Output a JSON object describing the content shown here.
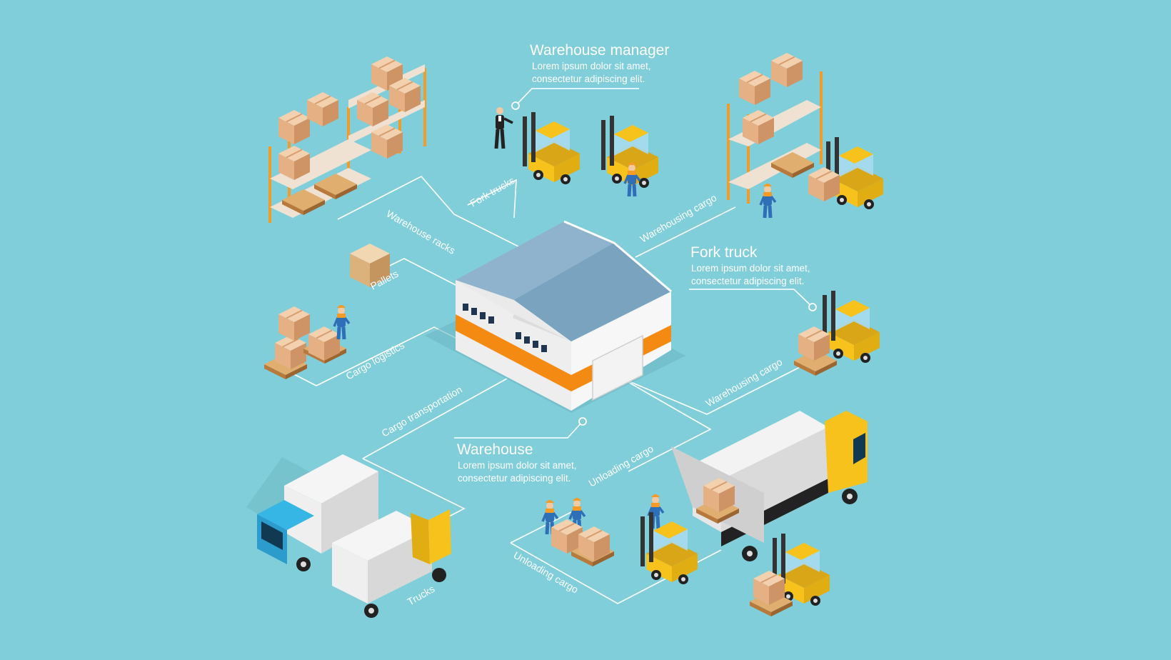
{
  "callouts": {
    "manager": {
      "title": "Warehouse manager",
      "line1": "Lorem ipsum dolor sit amet,",
      "line2": "consectetur adipiscing elit."
    },
    "forktruck": {
      "title": "Fork truck",
      "line1": "Lorem ipsum dolor sit amet,",
      "line2": "consectetur adipiscing elit."
    },
    "warehouse": {
      "title": "Warehouse",
      "line1": "Lorem ipsum dolor sit amet,",
      "line2": "consectetur adipiscing elit."
    }
  },
  "labels": {
    "fork_trucks": "Fork trucks",
    "warehouse_racks": "Warehouse racks",
    "pallets": "Pallets",
    "cargo_logistics": "Cargo logistics",
    "cargo_transportation": "Cargo transportation",
    "trucks": "Trucks",
    "warehousing_cargo_top": "Warehousing cargo",
    "warehousing_cargo_mid": "Warehousing cargo",
    "unloading_cargo_upper": "Unloading cargo",
    "unloading_cargo_lower": "Unloading cargo"
  },
  "colors": {
    "background": "#80ced9",
    "rack_orange": "#f39a27",
    "box_tan": "#e7b88c",
    "forklift_yellow": "#f6c21b",
    "truck_blue_cab": "#35b6e5",
    "warehouse_stripe": "#f58a12",
    "roof_blue": "#7fa6c2"
  }
}
